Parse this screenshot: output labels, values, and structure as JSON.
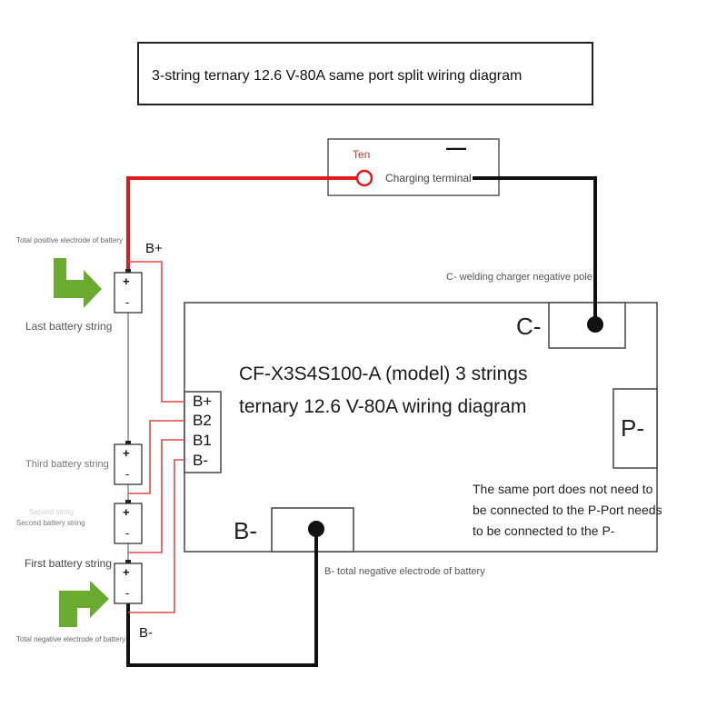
{
  "title": "3-string ternary 12.6 V-80A same port split wiring diagram",
  "charging_terminal": {
    "positive_label": "Ten",
    "negative_sign": "—",
    "label": "Charging terminal"
  },
  "labels": {
    "total_positive": "Total positive electrode of battery",
    "b_plus_top": "B+",
    "last_string": "Last battery string",
    "third_string": "Third battery string",
    "second_string_faint": "Second string",
    "second_string": "Second battery string",
    "first_string": "First battery string",
    "total_negative": "Total negative electrode of battery",
    "b_minus_bottom": "B-",
    "c_minus_note": "C- welding charger negative pole",
    "b_minus_note": "B- total negative electrode of battery"
  },
  "board": {
    "model_line1": "CF-X3S4S100-A (model) 3 strings",
    "model_line2": "ternary 12.6 V-80A wiring diagram",
    "port_c": "C-",
    "port_p": "P-",
    "port_b": "B-",
    "pins": [
      "B+",
      "B2",
      "B1",
      "B-"
    ],
    "note_line1": "The same port does not need to",
    "note_line2": "be connected to the P-Port needs",
    "note_line3": "to be connected to the P-"
  },
  "battery_signs": {
    "plus": "+",
    "minus": "-"
  },
  "colors": {
    "positive_wire": "#e0191c",
    "negative_wire": "#111111",
    "sense_wire": "#e24a4a",
    "arrow": "#6aaa2e",
    "terminal_ring": "#e0191c"
  }
}
